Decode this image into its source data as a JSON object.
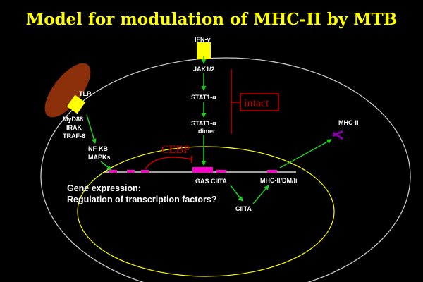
{
  "title": "Model for modulation of MHC-II by MTB",
  "labels": {
    "ifn": "IFN-γ",
    "jak": "JAK1/2",
    "stat1a": "STAT1-α",
    "stat1_dimer_l1": "STAT1-α",
    "stat1_dimer_l2": "dimer",
    "intact": "intact",
    "tlr": "TLR",
    "myd88": "MyD88",
    "irak": "IRAK",
    "traf6": "TRAF-6",
    "nfkb": "NF-KB",
    "mapks": "MAPKs",
    "cebp": "CEBP",
    "gas_ciita": "GAS  CIITA",
    "mhc_dm": "MHC-II/DM/Ii",
    "mhcii": "MHC-II",
    "ciita": "CIITA",
    "gene_expr_l1": "Gene expression:",
    "gene_expr_l2": "Regulation of transcription factors?"
  },
  "colors": {
    "background": "#000000",
    "title": "#ffff00",
    "membrane": "#c8c8c8",
    "nucleus": "#ffff00",
    "arrow": "#22cc22",
    "inhibit": "#cc0000",
    "receptor": "#ffff00",
    "promoter": "#ff00cc",
    "bacterium": "#8b2e0a",
    "mhc": "#8800aa"
  }
}
